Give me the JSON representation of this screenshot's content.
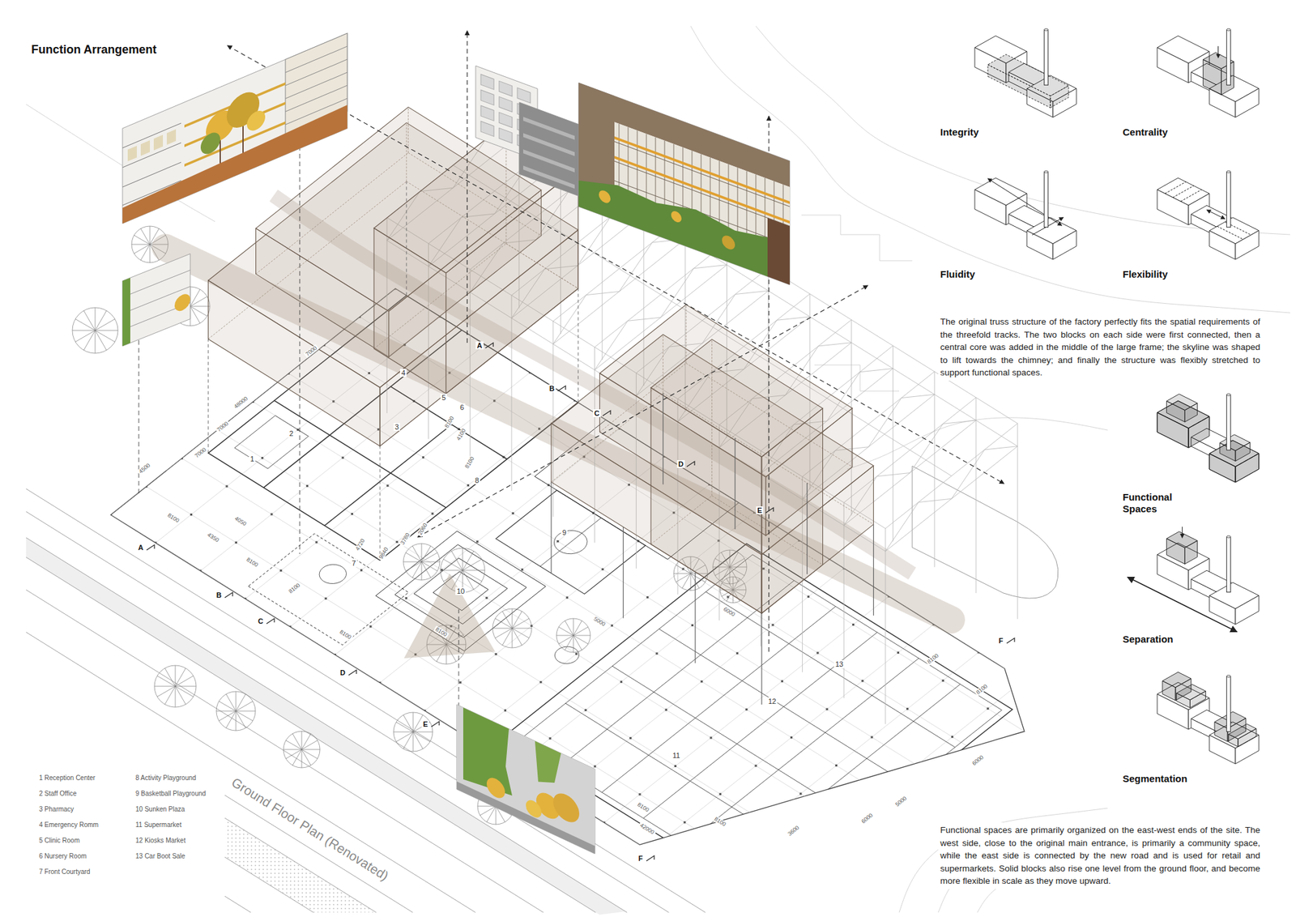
{
  "diagram": {
    "title": "Function Arrangement",
    "nodes": [
      {
        "text": [
          "Integrity"
        ]
      },
      {
        "text": [
          "Centrality"
        ]
      },
      {
        "text": [
          "Fluidity"
        ]
      },
      {
        "text": [
          "Flexibility"
        ]
      },
      {
        "text": [
          "Functional Spaces"
        ]
      },
      {
        "text": [
          "Separation"
        ]
      },
      {
        "text": [
          "Segmentation"
        ]
      }
    ],
    "labels": [
      "The original truss structure of the factory perfectly fits the spatial requirements of the threefold tracks. The two blocks on each side were first connected, then a central core was added in the middle of the large frame; the skyline was shaped to lift towards the chimney; and finally the structure was flexibly stretched to support functional spaces.",
      "Functional spaces are primarily organized on the east-west ends of the site. The west side, close to the original main entrance, is primarily a community space, while the east side is connected by the new road and is used for retail and supermarkets. Solid blocks also rise one level from the ground floor, and become more flexible in scale as they move upward.",
      "1 Reception Center",
      "2 Staff Office",
      "3 Pharmacy",
      "4 Emergency Romm",
      "5 Clinic Room",
      "6 Nursery Room",
      "7 Front Courtyard",
      "8 Activity Playground",
      "9 Basketball Playground",
      "10 Sunken Plaza",
      "11 Supermarket",
      "12 Kiosks Market",
      "13 Car Boot Sale",
      "Ground Floor Plan (Renovated)",
      "1",
      "2",
      "3",
      "4",
      "5",
      "6",
      "7",
      "8",
      "9",
      "10",
      "11",
      "12",
      "13",
      "A",
      "A",
      "B",
      "B",
      "C",
      "C",
      "D",
      "D",
      "E",
      "E",
      "F",
      "F",
      "7000",
      "7000",
      "7000",
      "48000",
      "4500",
      "8100",
      "4350",
      "4050",
      "8100",
      "8100",
      "4720",
      "9840",
      "3780",
      "2060",
      "8100",
      "8100",
      "5000",
      "6000",
      "8100",
      "42000",
      "8100",
      "3600",
      "6000",
      "5000",
      "8100",
      "8100",
      "6000",
      "8100",
      "4100",
      "8100"
    ]
  }
}
